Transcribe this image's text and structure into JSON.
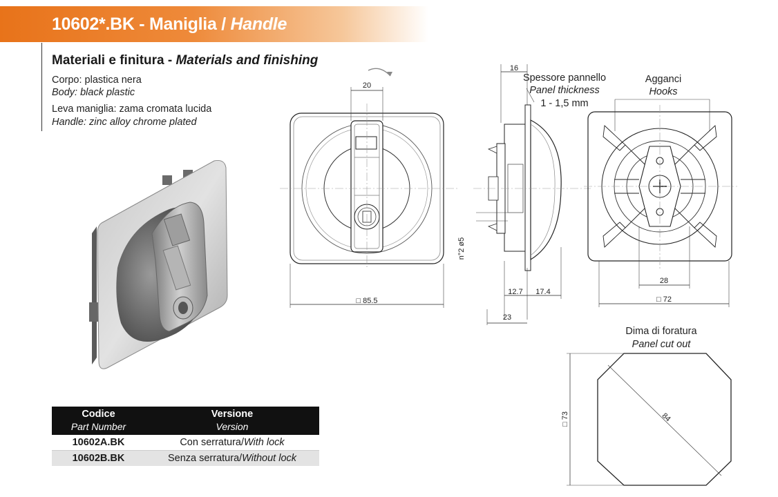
{
  "header": {
    "code": "10602*.BK",
    "sep": " - ",
    "title_it": "Maniglia / ",
    "title_en": "Handle"
  },
  "materials": {
    "heading_it": "Materiali e finitura - ",
    "heading_en": "Materials and finishing",
    "body_it": "Corpo: plastica nera",
    "body_en": "Body: black plastic",
    "lever_it": "Leva maniglia: zama cromata lucida",
    "lever_en": "Handle: zinc alloy chrome plated"
  },
  "dims": {
    "front_width": "20",
    "front_size": "□ 85.5",
    "side_depth_top": "16",
    "side_a": "12.7",
    "side_b": "17.4",
    "side_total": "23",
    "holes": "n°2 ø5",
    "back_spacing": "28",
    "back_size": "□ 72",
    "cutout_height": "□ 73",
    "cutout_diag": "84"
  },
  "labels": {
    "panel_thickness_it": "Spessore pannello",
    "panel_thickness_en": "Panel thickness",
    "panel_thickness_val": "1 - 1,5 mm",
    "hooks_it": "Agganci",
    "hooks_en": "Hooks",
    "cutout_it": "Dima di foratura",
    "cutout_en": "Panel cut out"
  },
  "table": {
    "col1_it": "Codice",
    "col1_en": "Part Number",
    "col2_it": "Versione",
    "col2_en": "Version",
    "rows": [
      {
        "code": "10602A.BK",
        "ver_it": "Con serratura/",
        "ver_en": "With lock"
      },
      {
        "code": "10602B.BK",
        "ver_it": "Senza serratura/",
        "ver_en": "Without lock"
      }
    ]
  }
}
